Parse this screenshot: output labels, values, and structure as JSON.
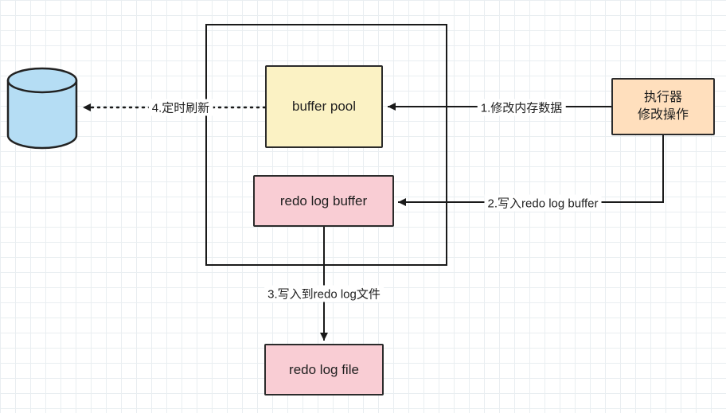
{
  "diagram": {
    "nodes": {
      "database": {
        "name": "database-cylinder"
      },
      "buffer_pool": {
        "label": "buffer pool"
      },
      "redo_log_buffer": {
        "label": "redo log buffer"
      },
      "redo_log_file": {
        "label": "redo log file"
      },
      "executor": {
        "label_line1": "执行器",
        "label_line2": "修改操作"
      }
    },
    "edges": {
      "step1": {
        "label": "1.修改内存数据"
      },
      "step2": {
        "label": "2.写入redo log buffer"
      },
      "step3": {
        "label": "3.写入到redo log文件"
      },
      "step4": {
        "label": "4.定时刷新"
      }
    },
    "colors": {
      "buffer_pool_fill": "#fbf2c4",
      "redo_fill": "#f9cdd4",
      "executor_fill": "#ffdfbd",
      "database_fill": "#b5ddf4",
      "stroke": "#1f1f1f",
      "grid": "#e9eef1"
    }
  }
}
